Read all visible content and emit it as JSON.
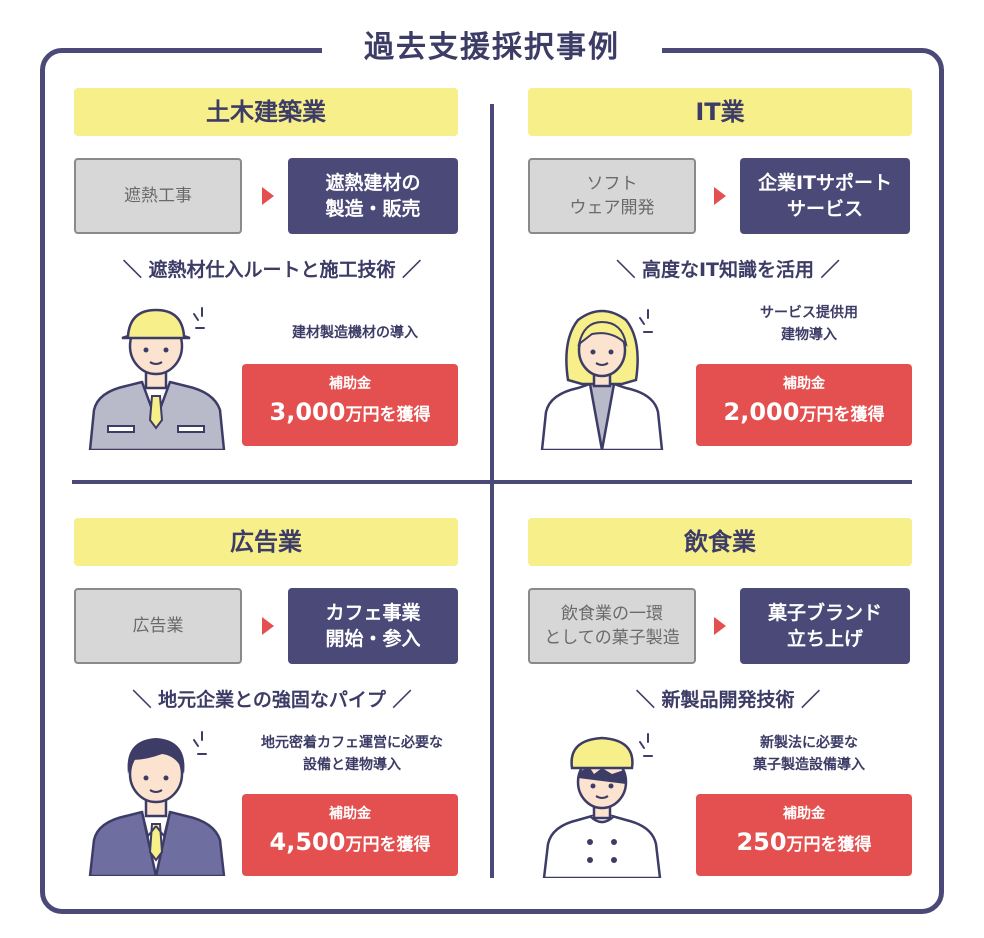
{
  "title": "過去支援採択事例",
  "cases": [
    {
      "industry": "土木建築業",
      "before": "遮熱工事",
      "after": "遮熱建材の\n製造・販売",
      "strength": "＼ 遮熱材仕入ルートと施工技術 ／",
      "usage": "建材製造機材の導入",
      "subsidy_label": "補助金",
      "amount": "3,000",
      "amount_suffix": "万円を獲得",
      "person_icon": "construction-worker-icon"
    },
    {
      "industry": "IT業",
      "before": "ソフト\nウェア開発",
      "after": "企業ITサポート\nサービス",
      "strength": "＼ 高度なIT知識を活用 ／",
      "usage": "サービス提供用\n建物導入",
      "subsidy_label": "補助金",
      "amount": "2,000",
      "amount_suffix": "万円を獲得",
      "person_icon": "office-woman-icon"
    },
    {
      "industry": "広告業",
      "before": "広告業",
      "after": "カフェ事業\n開始・参入",
      "strength": "＼ 地元企業との強固なパイプ ／",
      "usage": "地元密着カフェ運営に必要な\n設備と建物導入",
      "subsidy_label": "補助金",
      "amount": "4,500",
      "amount_suffix": "万円を獲得",
      "person_icon": "businessman-icon"
    },
    {
      "industry": "飲食業",
      "before": "飲食業の一環\nとしての菓子製造",
      "after": "菓子ブランド\n立ち上げ",
      "strength": "＼ 新製品開発技術 ／",
      "usage": "新製法に必要な\n菓子製造設備導入",
      "subsidy_label": "補助金",
      "amount": "250",
      "amount_suffix": "万円を獲得",
      "person_icon": "chef-icon"
    }
  ]
}
